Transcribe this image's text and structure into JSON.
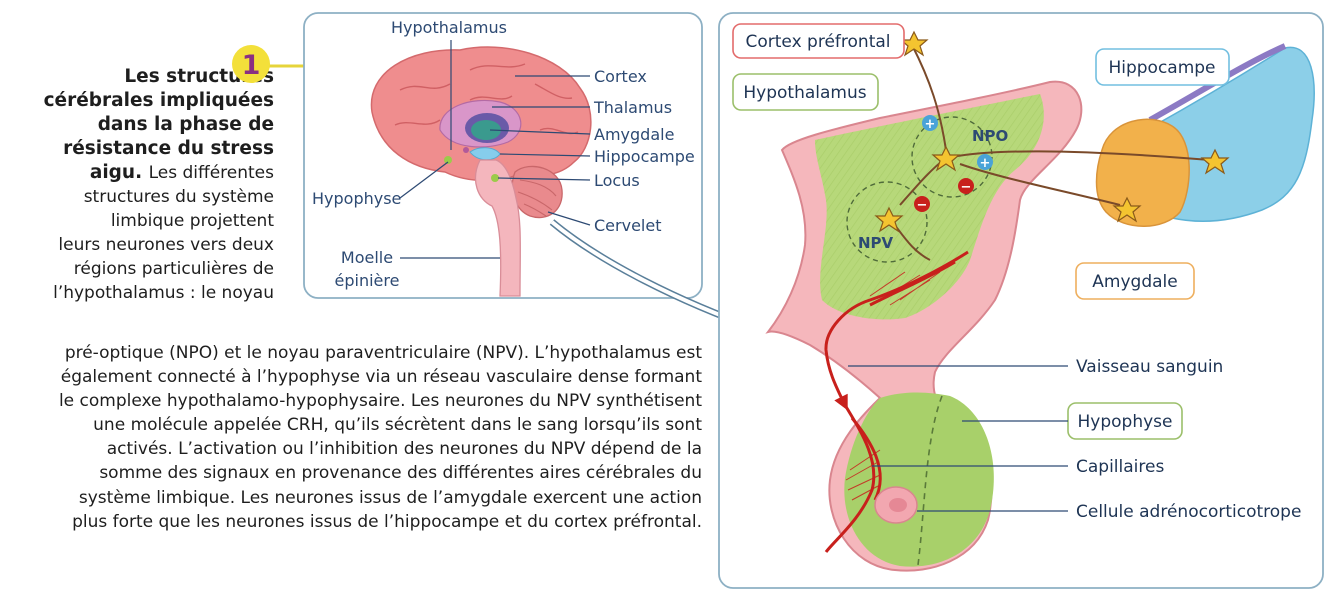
{
  "figure_number": "1",
  "intro": {
    "title_lines": [
      "Les structures",
      "cérébrales impliquées",
      "dans la phase de",
      "résistance du stress",
      "aigu."
    ],
    "body_lines": [
      "Les différentes",
      "structures du système",
      "limbique projettent",
      "leurs neurones vers deux",
      "régions particulières de",
      "l’hypothalamus : le noyau"
    ]
  },
  "continued_lines": [
    "pré-optique (NPO) et le noyau paraventriculaire (NPV). L’hypothalamus est",
    "également connecté à l’hypophyse via un réseau vasculaire dense formant",
    "le complexe hypothalamo-hypophysaire. Les neurones du NPV synthétisent",
    "une molécule appelée CRH, qu’ils sécrètent dans le sang lorsqu’ils sont",
    "activés. L’activation ou l’inhibition des neurones du NPV dépend de la",
    "somme des signaux en provenance des différentes aires cérébrales du",
    "système limbique. Les neurones issus de l’amygdale exercent une action",
    "plus forte que les neurones issus de l’hippocampe et du cortex préfrontal."
  ],
  "brain_panel": {
    "labels": {
      "hypothalamus": "Hypothalamus",
      "cortex": "Cortex",
      "thalamus": "Thalamus",
      "amygdale": "Amygdale",
      "hippocampe": "Hippocampe",
      "locus": "Locus",
      "hypophyse": "Hypophyse",
      "cervelet": "Cervelet",
      "moelle_1": "Moelle",
      "moelle_2": "épinière"
    }
  },
  "detail_panel": {
    "boxes": {
      "cortex_prefrontal": "Cortex préfrontal",
      "hypothalamus": "Hypothalamus",
      "hippocampe": "Hippocampe",
      "amygdale": "Amygdale",
      "hypophyse": "Hypophyse"
    },
    "nuclei": {
      "npo": "NPO",
      "npv": "NPV"
    },
    "signs": {
      "plus": "+",
      "minus": "−"
    },
    "labels": {
      "vaisseau": "Vaisseau sanguin",
      "capillaires": "Capillaires",
      "cellule": "Cellule adrénocorticotrope"
    }
  },
  "colors": {
    "panel_border": "#8db0c4",
    "tissue_pink": "#f0a3a8",
    "hypothalamus_green": "#b7d87a",
    "vessel_red": "#c8201c",
    "neuron_yellow": "#f4c430",
    "hippocampus_blue": "#8ccfe8",
    "amygdala_orange": "#f2b14b",
    "cortex_box": "#e36b6b",
    "green_box": "#9bbf6a",
    "blue_box": "#72bfe0",
    "orange_box": "#eeaf5e",
    "badge": "#f3e03a"
  }
}
